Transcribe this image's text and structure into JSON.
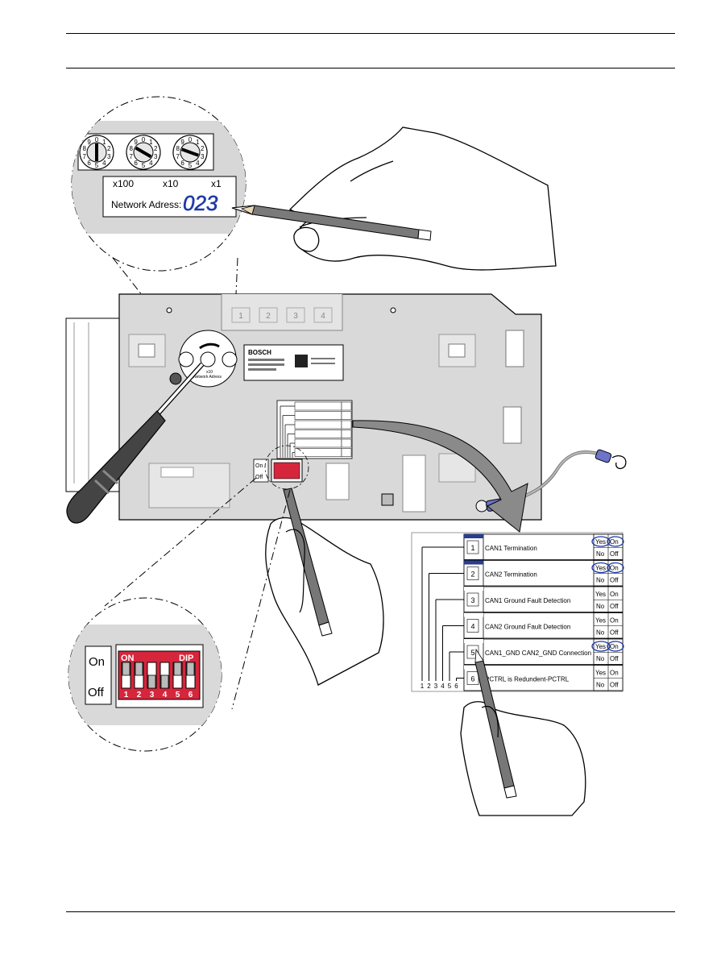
{
  "network_label": {
    "x100": "x100",
    "x10": "x10",
    "x1": "x1",
    "caption": "Network Adress:",
    "handwritten_value": "023"
  },
  "dial_digits": [
    "0",
    "1",
    "2",
    "3",
    "4",
    "5",
    "6",
    "7",
    "8",
    "9"
  ],
  "device": {
    "brand": "BOSCH",
    "slot_numbers": [
      "1",
      "2",
      "3",
      "4"
    ],
    "switch_on": "On",
    "switch_off": "Off",
    "small_x10": "x10",
    "small_address": "Network Adress"
  },
  "dip_zoom": {
    "on_label": "On",
    "off_label": "Off",
    "switch_on_text": "ON",
    "switch_dip_text": "DIP",
    "numbers": [
      "1",
      "2",
      "3",
      "4",
      "5",
      "6"
    ],
    "positions": [
      "on",
      "on",
      "off",
      "off",
      "on",
      "on"
    ]
  },
  "settings_table": {
    "rows": [
      {
        "num": "1",
        "label": "CAN1 Termination",
        "yes": "Yes",
        "no": "No",
        "on": "On",
        "off": "Off",
        "marked": true
      },
      {
        "num": "2",
        "label": "CAN2 Termination",
        "yes": "Yes",
        "no": "No",
        "on": "On",
        "off": "Off",
        "marked": true
      },
      {
        "num": "3",
        "label": "CAN1 Ground Fault Detection",
        "yes": "Yes",
        "no": "No",
        "on": "On",
        "off": "Off",
        "marked": false
      },
      {
        "num": "4",
        "label": "CAN2 Ground Fault Detection",
        "yes": "Yes",
        "no": "No",
        "on": "On",
        "off": "Off",
        "marked": false
      },
      {
        "num": "5",
        "label": "CAN1_GND CAN2_GND Connection",
        "yes": "Yes",
        "no": "No",
        "on": "On",
        "off": "Off",
        "marked": true
      },
      {
        "num": "6",
        "label": "PCTRL is Redundent-PCTRL",
        "yes": "Yes",
        "no": "No",
        "on": "On",
        "off": "Off",
        "marked": false
      }
    ],
    "bottom_numbers": [
      "1",
      "2",
      "3",
      "4",
      "5",
      "6"
    ]
  },
  "colors": {
    "ink_blue": "#1f3aa8",
    "dip_red": "#d6263c",
    "panel_gray": "#d9d9d9",
    "label_blue": "#2a3c8f"
  }
}
